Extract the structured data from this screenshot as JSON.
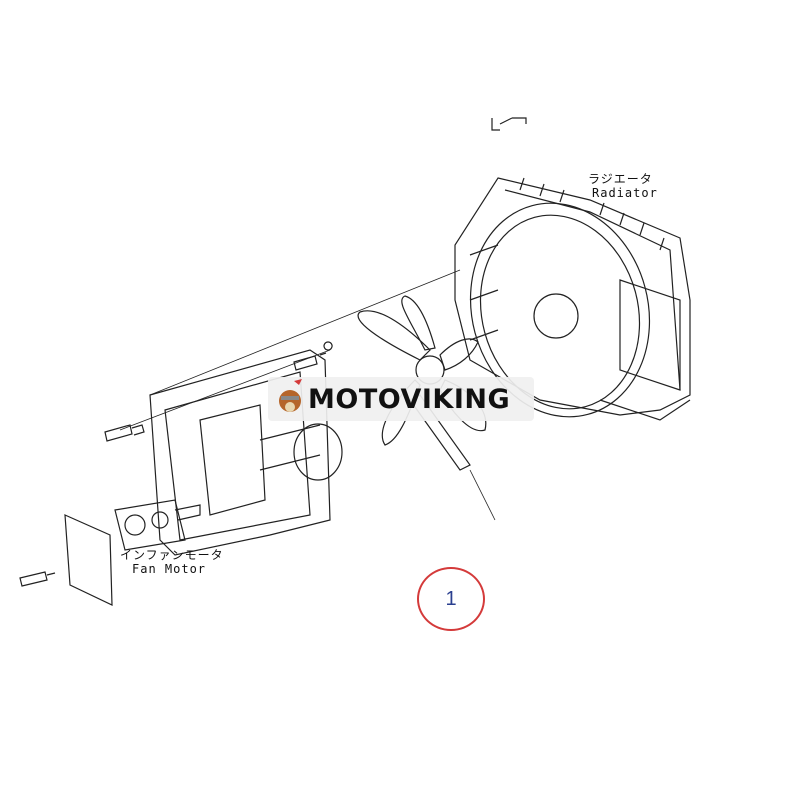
{
  "labels": {
    "radiator_jp": "ラジエータ",
    "radiator_en": "Radiator",
    "fan_motor_jp": "インファンモータ",
    "fan_motor_en": "Fan Motor"
  },
  "watermark": {
    "text": "MOTOVIKING"
  },
  "callout": {
    "number": "1"
  },
  "colors": {
    "callout_border": "#d43a3a",
    "callout_text": "#2a3f8f",
    "line": "#222222"
  }
}
